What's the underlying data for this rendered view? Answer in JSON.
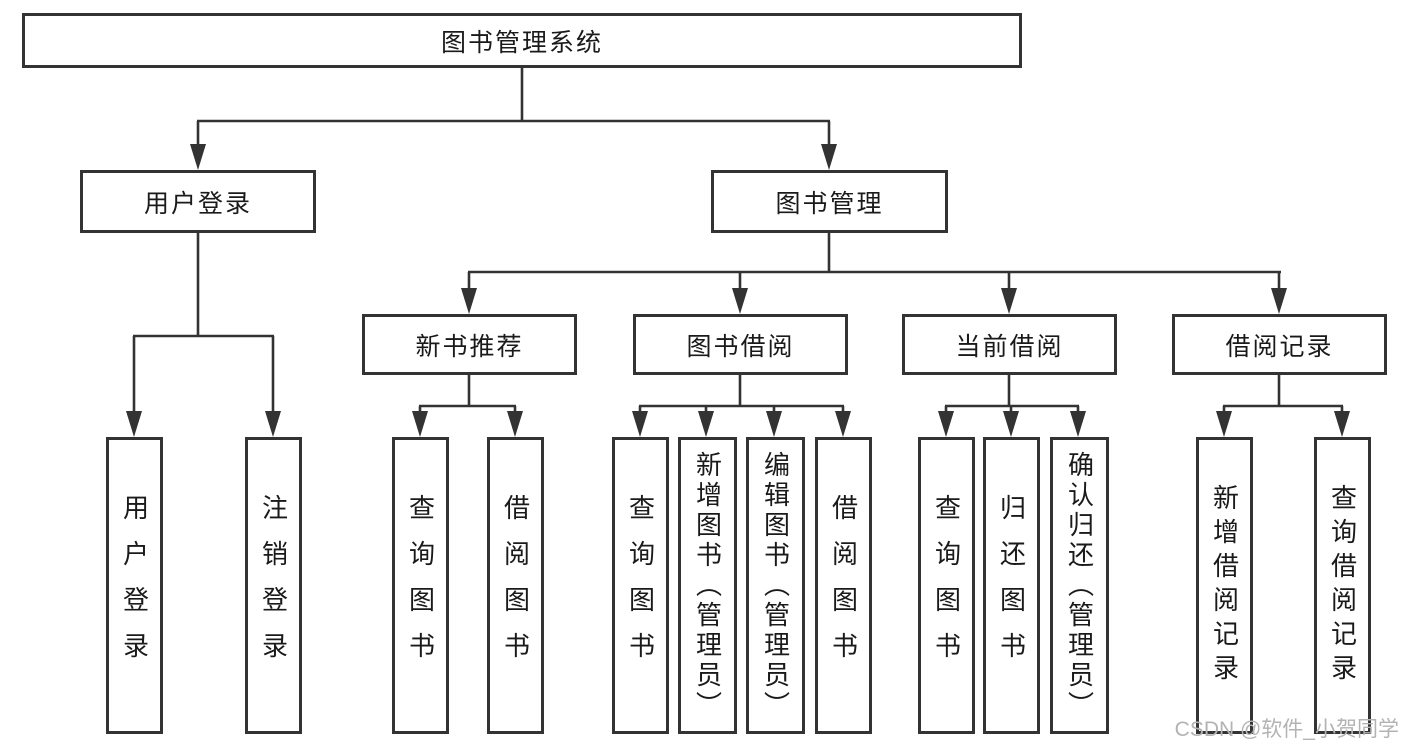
{
  "diagram": {
    "title": "图书管理系统",
    "level2": {
      "login": "用户登录",
      "management": "图书管理"
    },
    "level3": {
      "recommend": "新书推荐",
      "borrow": "图书借阅",
      "current": "当前借阅",
      "records": "借阅记录"
    },
    "leaves": {
      "login": [
        "用户登录",
        "注销登录"
      ],
      "recommend": [
        "查询图书",
        "借阅图书"
      ],
      "borrow": [
        "查询图书",
        "新增图书（管理员）",
        "编辑图书（管理员）",
        "借阅图书"
      ],
      "current": [
        "查询图书",
        "归还图书",
        "确认归还（管理员）"
      ],
      "records": [
        "新增借阅记录",
        "查询借阅记录"
      ]
    },
    "watermark": "CSDN @软件_小贺同学",
    "colors": {
      "line": "#333333",
      "text": "#1a1a1a",
      "watermark": "#b3b3b3"
    }
  }
}
